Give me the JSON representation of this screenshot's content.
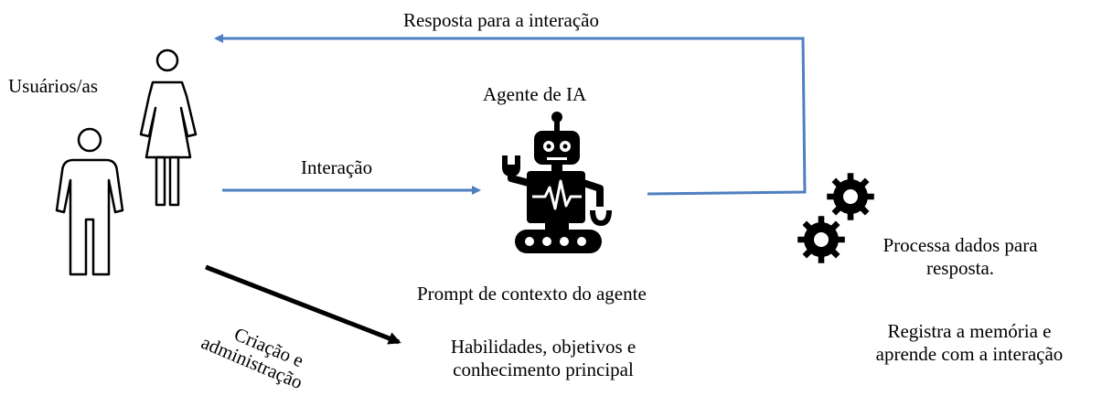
{
  "colors": {
    "arrow_blue": "#4f7fc0",
    "arrow_black": "#000000",
    "ink": "#000000"
  },
  "icons": [
    "man-icon",
    "woman-icon",
    "robot-icon",
    "gears-icon"
  ],
  "labels": {
    "response": "Resposta para a interação",
    "users": "Usuários/as",
    "agent": "Agente de IA",
    "interaction": "Interação",
    "process_line1": "Processa dados para",
    "process_line2": "resposta.",
    "prompt": "Prompt de contexto do agente",
    "skills_line1": "Habilidades, objetivos e",
    "skills_line2": "conhecimento principal",
    "memory_line1": "Registra a memória e",
    "memory_line2": "aprende com a interação",
    "creation_line1": "Criação e",
    "creation_line2": "administração"
  }
}
